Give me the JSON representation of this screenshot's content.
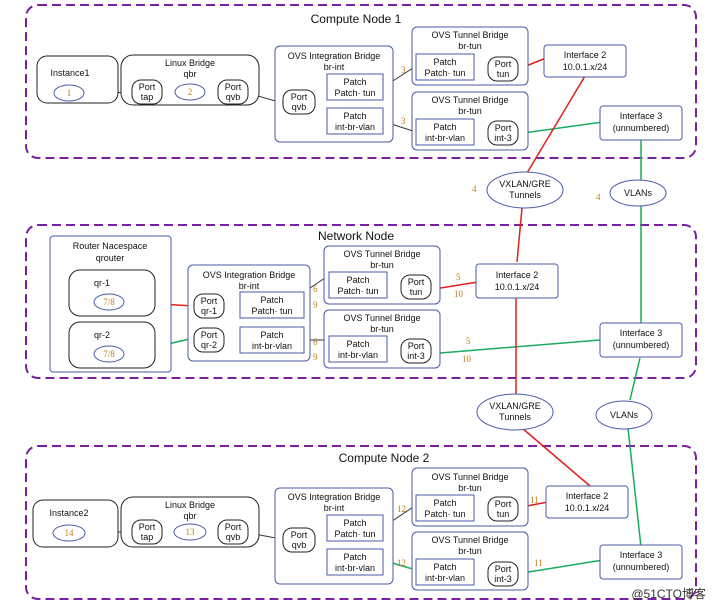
{
  "nodes": {
    "compute1": "Compute Node 1",
    "network": "Network Node",
    "compute2": "Compute Node 2"
  },
  "labels": {
    "instance1": "Instance1",
    "instance2": "Instance2",
    "linux_bridge": "Linux  Bridge",
    "qbr": "qbr",
    "port": "Port",
    "tap": "tap",
    "qvb": "qvb",
    "ovs_int": "OVS Integration Bridge",
    "br_int": "br-int",
    "ovs_tun": "OVS Tunnel Bridge",
    "br_tun": "br-tun",
    "patch": "Patch",
    "patch_tun": "Patch· tun",
    "int_br_vlan": "int-br-vlan",
    "tun": "tun",
    "int3": "int-3",
    "iface2": "Interface 2",
    "iface2_addr": "10.0.1.x/24",
    "iface3": "Interface 3",
    "unnumbered": "(unnumbered)",
    "vxlan": "VXLAN/GRE",
    "tunnels": "Tunnels",
    "vlans": "VLANs",
    "router_ns": "Router Nacespace",
    "qrouter": "qrouter",
    "qr1": "qr-1",
    "qr2": "qr-2",
    "qr1_port": "qr-1",
    "qr2_port": "qr-2"
  },
  "numbers": {
    "n1": "1",
    "n2": "2",
    "n3a": "3",
    "n3b": "3",
    "n4a": "4",
    "n4b": "4",
    "n5a": "5",
    "n5b": "5",
    "n6a": "6",
    "n6b": "6",
    "n78a": "7/8",
    "n78b": "7/8",
    "n9a": "9",
    "n9b": "9",
    "n10a": "10",
    "n10b": "10",
    "n11a": "11",
    "n11b": "11",
    "n12a": "12",
    "n12b": "12",
    "n13": "13",
    "n14": "14"
  },
  "watermark": "@51CTO博客",
  "colors": {
    "node_border": "#7b1fa2",
    "box_border": "#4a5aa8",
    "red_line": "#e0201c",
    "green_line": "#1aab5e",
    "number": "#c07a1a"
  }
}
